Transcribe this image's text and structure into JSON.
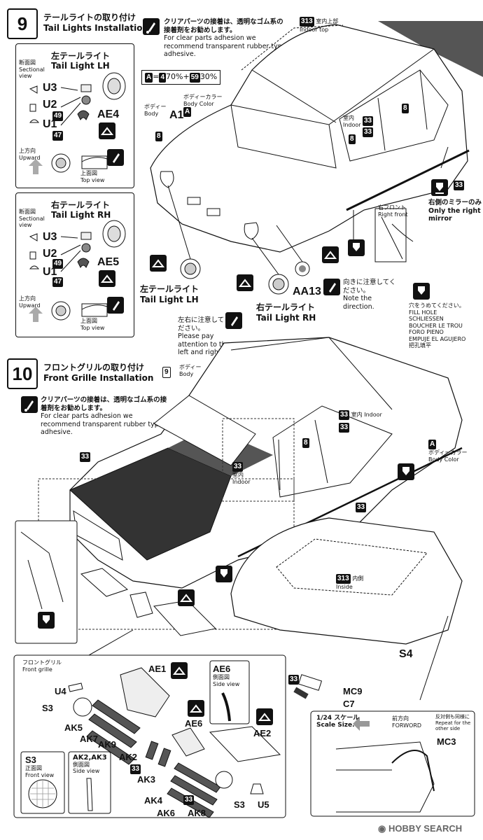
{
  "step9": {
    "number": "9",
    "title_jp": "テールライトの取り付け",
    "title_en": "Tail Lights Installation",
    "note_jp": "クリアパーツの接着は、透明なゴム系の接着剤をお勧めします。",
    "note_en": "For clear parts adhesion we recommend transparent rubber type adhesive.",
    "mix": {
      "a": "A",
      "eq": "=",
      "c1": "4",
      "p1": "70%",
      "plus": "+",
      "c2": "59",
      "p2": "30%"
    },
    "left_panel": {
      "title_jp": "左テールライト",
      "title_en": "Tail Light  LH",
      "section_jp": "断面図",
      "section_en": "Sectional view",
      "parts": [
        "U3",
        "U2",
        "U1",
        "AE4"
      ],
      "badges": [
        "49",
        "47"
      ],
      "upward_jp": "上方向",
      "upward_en": "Upward",
      "top_jp": "上面図",
      "top_en": "Top view"
    },
    "right_panel": {
      "title_jp": "右テールライト",
      "title_en": "Tail Light  RH",
      "section_jp": "断面図",
      "section_en": "Sectional view",
      "parts": [
        "U3",
        "U2",
        "U1",
        "AE5"
      ],
      "badges": [
        "49",
        "47"
      ],
      "upward_jp": "上方向",
      "upward_en": "Upward",
      "top_jp": "上面図",
      "top_en": "Top view"
    },
    "labels": {
      "body_jp": "ボディー",
      "body_en": "Body",
      "bodycolor_jp": "ボディーカラー",
      "bodycolor_en": "Body Color",
      "a1": "A1",
      "color_a": "A",
      "c8": "8",
      "c33": "33",
      "c313": "313",
      "indoor_top_jp": "室内上部",
      "indoor_top_en": "Indoor top",
      "indoor_jp": "室内",
      "indoor_en": "Indoor",
      "right_mirror_jp": "右側のミラーのみ",
      "right_mirror_en": "Only the right mirror",
      "right_front_jp": "右フロント",
      "right_front_en": "Right front",
      "tail_lh_jp": "左テールライト",
      "tail_lh_en": "Tail Light  LH",
      "tail_rh_jp": "右テールライト",
      "tail_rh_en": "Tail Light  RH",
      "aa13": "AA13",
      "dir_jp": "向きに注意してください。",
      "dir_en": "Note the direction.",
      "lr_jp": "左右に注意してください。",
      "lr_en": "Please pay attention to the left and right.",
      "hole_jp": "穴をうめてください。",
      "hole_lines": [
        "FILL HOLE",
        "SCHLIESSEN",
        "BOUCHER LE TROU",
        "FORO PIENO",
        "EMPUJE EL AGUJERO",
        "把孔填平"
      ]
    }
  },
  "step10": {
    "number": "10",
    "title_jp": "フロントグリルの取り付け",
    "title_en": "Front Grille Installation",
    "note_jp": "クリアパーツの接着は、透明なゴム系の接着剤をお勧めします。",
    "note_en": "For clear parts adhesion we recommend transparent rubber type adhesive.",
    "labels": {
      "body_ref": "9",
      "body_jp": "ボディー",
      "body_en": "Body",
      "c33": "33",
      "c8": "8",
      "c313": "313",
      "color_a": "A",
      "bodycolor_jp": "ボディーカラー",
      "bodycolor_en": "Body Color",
      "indoor_jp": "室内",
      "indoor_en": "Indoor",
      "inside_jp": "内側",
      "inside_en": "Inside",
      "s4": "S4",
      "mc9": "MC9",
      "c7": "C7",
      "scale_jp": "1/24 スケール",
      "scale_en": "Scale Size.",
      "forward_jp": "前方向",
      "forward_en": "FORWORD",
      "opp_jp": "反対側も同様に",
      "opp_en": "Repeat for the other side",
      "mc3": "MC3"
    },
    "grille_panel": {
      "title_jp": "フロントグリル",
      "title_en": "Front grille",
      "parts_left": [
        "AE1",
        "U4",
        "S3",
        "AK5",
        "AK7",
        "AK9",
        "AK2",
        "AK3",
        "AK4",
        "AK6",
        "AK8"
      ],
      "parts_right": [
        "AE6",
        "AE2",
        "S3",
        "U5"
      ],
      "ae6_jp": "側面図",
      "ae6_en": "Side view",
      "s3_title": "S3",
      "s3_jp": "正面図",
      "s3_en": "Front view",
      "ak_title": "AK2,AK3",
      "ak_jp": "側面図",
      "ak_en": "Side view"
    }
  },
  "watermark": "HOBBY SEARCH"
}
